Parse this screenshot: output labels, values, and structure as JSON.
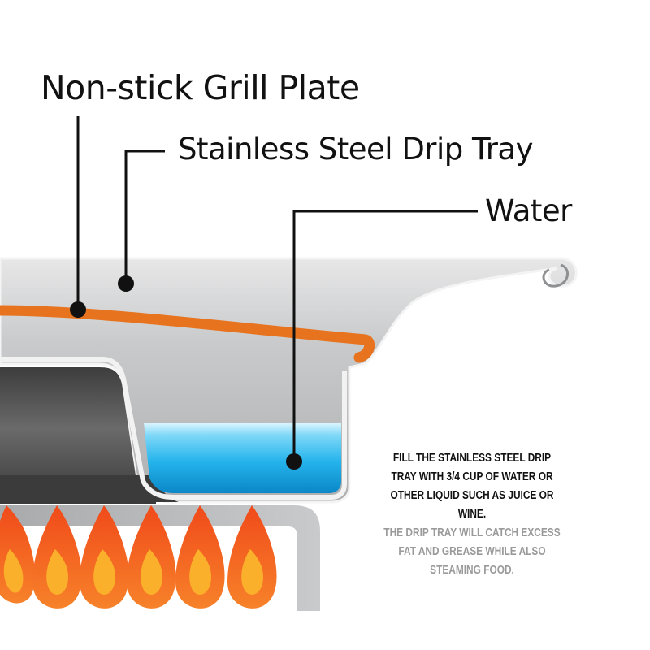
{
  "labels": {
    "grill_plate": "Non-stick Grill Plate",
    "drip_tray": "Stainless Steel Drip Tray",
    "water": "Water"
  },
  "instructions": {
    "primary": "FILL THE STAINLESS STEEL DRIP TRAY WITH 3/4 CUP OF WATER OR OTHER LIQUID SUCH AS JUICE OR WINE.",
    "secondary": "THE DRIP TRAY WILL CATCH EXCESS FAT AND GREASE WHILE ALSO STEAMING FOOD."
  },
  "colors": {
    "grill_plate": "#e8731f",
    "drip_tray": "#c2c3c4",
    "tray_outline": "#f2f2f2",
    "water": "#1ea8e0",
    "burner_body": "#4e4e4e",
    "flame_outer": "#f2521c",
    "flame_inner": "#fbb02b",
    "leader_line": "#111111",
    "primary_text": "#111111",
    "secondary_text": "#9a9a9a"
  }
}
